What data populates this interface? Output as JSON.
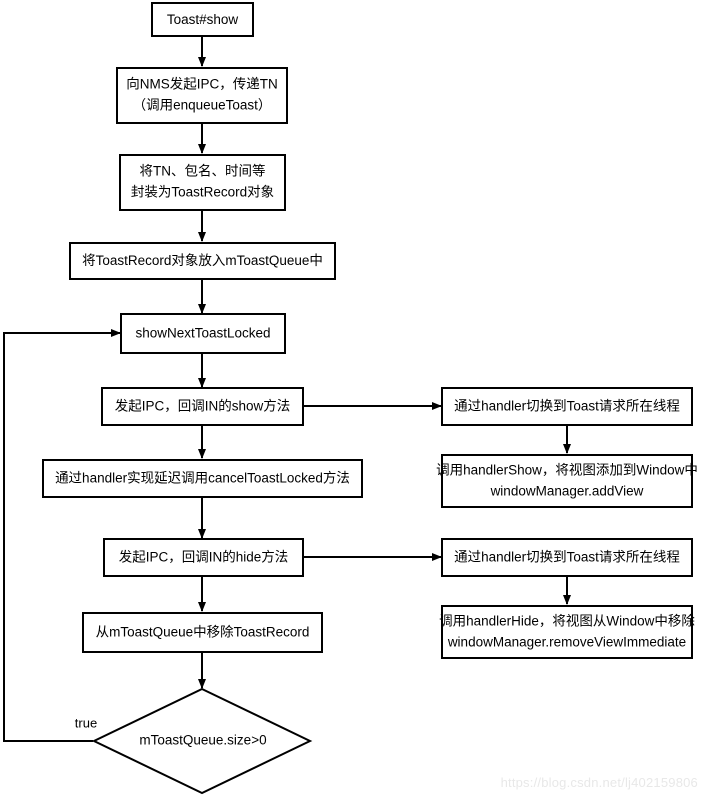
{
  "diagram": {
    "title": "Toast show/hide flow",
    "type": "flowchart",
    "background_color": "#ffffff",
    "stroke_color": "#000000",
    "node_fill": "#ffffff"
  },
  "nodes": {
    "toast_show": {
      "label": "Toast#show",
      "shape": "rect"
    },
    "send_ipc_nms": {
      "line1": "向NMS发起IPC，传递TN",
      "line2": "（调用enqueueToast）",
      "shape": "rect"
    },
    "wrap_toastrecord": {
      "line1": "将TN、包名、时间等",
      "line2": "封装为ToastRecord对象",
      "shape": "rect"
    },
    "enqueue_record": {
      "label": "将ToastRecord对象放入mToastQueue中",
      "shape": "rect"
    },
    "show_next_toast_locked": {
      "label": "showNextToastLocked",
      "shape": "rect"
    },
    "ipc_show": {
      "label": "发起IPC，回调IN的show方法",
      "shape": "rect"
    },
    "handler_switch_show": {
      "label": "通过handler切换到Toast请求所在线程",
      "shape": "rect"
    },
    "handler_show_addview": {
      "line1": "调用handlerShow，将视图添加到Window中",
      "line2": "windowManager.addView",
      "shape": "rect"
    },
    "delay_cancel": {
      "label": "通过handler实现延迟调用cancelToastLocked方法",
      "shape": "rect"
    },
    "ipc_hide": {
      "label": "发起IPC，回调IN的hide方法",
      "shape": "rect"
    },
    "handler_switch_hide": {
      "label": "通过handler切换到Toast请求所在线程",
      "shape": "rect"
    },
    "handler_hide_removeview": {
      "line1": "调用handlerHide，将视图从Window中移除",
      "line2": "windowManager.removeViewImmediate",
      "shape": "rect"
    },
    "remove_record": {
      "label": "从mToastQueue中移除ToastRecord",
      "shape": "rect"
    },
    "queue_size_decision": {
      "label": "mToastQueue.size>0",
      "shape": "diamond"
    }
  },
  "edges": {
    "loop_true_label": "true"
  },
  "watermark": {
    "text": "https://blog.csdn.net/lj402159806",
    "color": "#e8e8e8"
  }
}
